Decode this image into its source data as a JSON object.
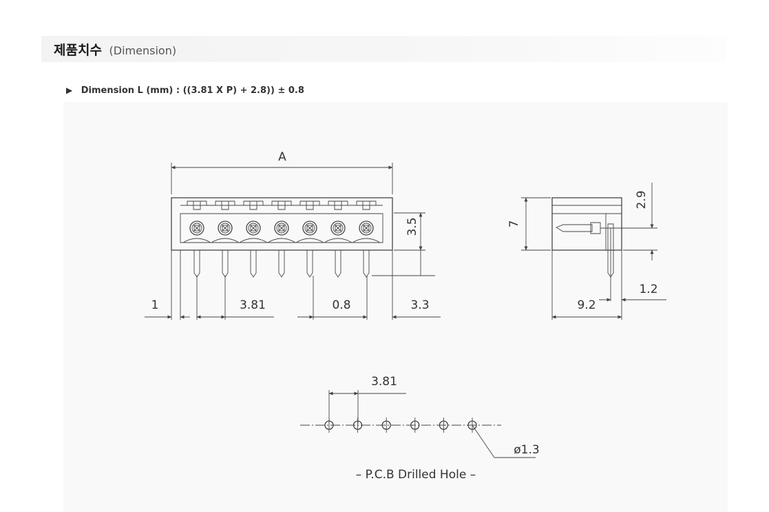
{
  "header": {
    "title": "제품치수",
    "subtitle": "(Dimension)"
  },
  "formula": {
    "arrow_icon": "play-right-icon",
    "text": "Dimension L (mm) : ((3.81 X P) + 2.8)) ± 0.8"
  },
  "front_view": {
    "overall_label": "A",
    "height_label": "3.5",
    "dims": [
      "1",
      "3.81",
      "0.8",
      "3.3"
    ],
    "pin_count": 7
  },
  "side_view": {
    "height_label": "7",
    "top_label": "2.9",
    "depth_label": "9.2",
    "pin_offset_label": "1.2"
  },
  "pcb_view": {
    "pitch_label": "3.81",
    "hole_diameter_label": "ø1.3",
    "caption": "– P.C.B Drilled Hole –",
    "hole_count": 6
  }
}
